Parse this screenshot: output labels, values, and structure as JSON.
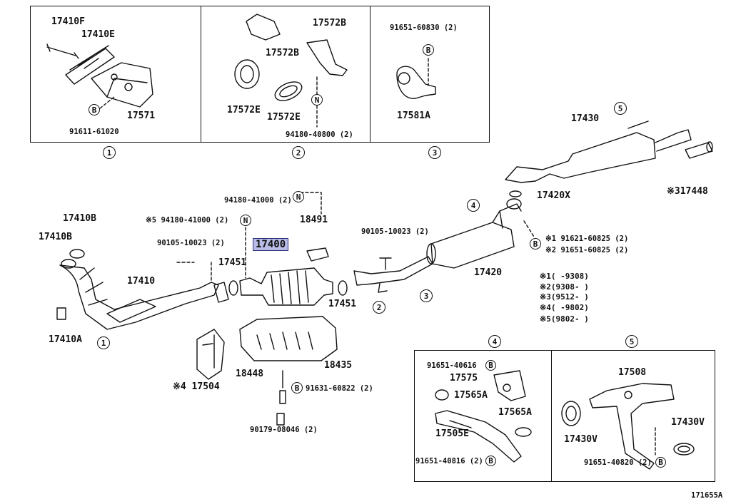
{
  "diagram_id": "171655A",
  "panels": {
    "p1": {
      "caption": "1",
      "labels": [
        "17410F",
        "17410E",
        "17571",
        "91611-61020"
      ],
      "bolt": "B"
    },
    "p2": {
      "caption": "2",
      "labels": [
        "17572B",
        "17572B",
        "17572E",
        "17572E",
        "94180-40800 (2)"
      ],
      "nut": "N"
    },
    "p3": {
      "caption": "3",
      "labels": [
        "91651-60830 (2)",
        "17581A"
      ],
      "bolt": "B"
    },
    "p4": {
      "caption": "4",
      "labels": [
        "91651-40616",
        "17575",
        "17565A",
        "17565A",
        "17505E",
        "91651-40816 (2)"
      ],
      "bolt": "B"
    },
    "p5": {
      "caption": "5",
      "labels": [
        "17508",
        "17430V",
        "17430V",
        "91651-40820 (2)"
      ],
      "bolt": "B"
    }
  },
  "main": {
    "p17410B_a": "17410B",
    "p17410B_b": "17410B",
    "p17410": "17410",
    "p17410A": "17410A",
    "p90105a": "90105-10023 (2)",
    "p94180_5": "※5 94180-41000 (2)",
    "p94180": "94180-41000 (2)",
    "p17400": "17400",
    "p17451a": "17451",
    "p17451b": "17451",
    "p18491": "18491",
    "p90105b": "90105-10023 (2)",
    "p17504": "※4 17504",
    "p18448": "18448",
    "p91631": "91631-60822 (2)",
    "p90179": "90179-08046 (2)",
    "p18435": "18435",
    "p17420": "17420",
    "p17420X": "17420X",
    "p17430": "17430",
    "p317448": "※317448",
    "p91621": "※1 91621-60825 (2)",
    "p91651": "※2 91651-60825 (2)",
    "c1": "1",
    "c2": "2",
    "c3": "3",
    "c4": "4",
    "c5": "5",
    "nut": "N",
    "bolt": "B"
  },
  "notes": [
    {
      "mark": "※1",
      "text": "(      -9308)"
    },
    {
      "mark": "※2",
      "text": "(9308-      )"
    },
    {
      "mark": "※3",
      "text": "(9512-      )"
    },
    {
      "mark": "※4",
      "text": "(      -9802)"
    },
    {
      "mark": "※5",
      "text": "(9802-      )"
    }
  ]
}
